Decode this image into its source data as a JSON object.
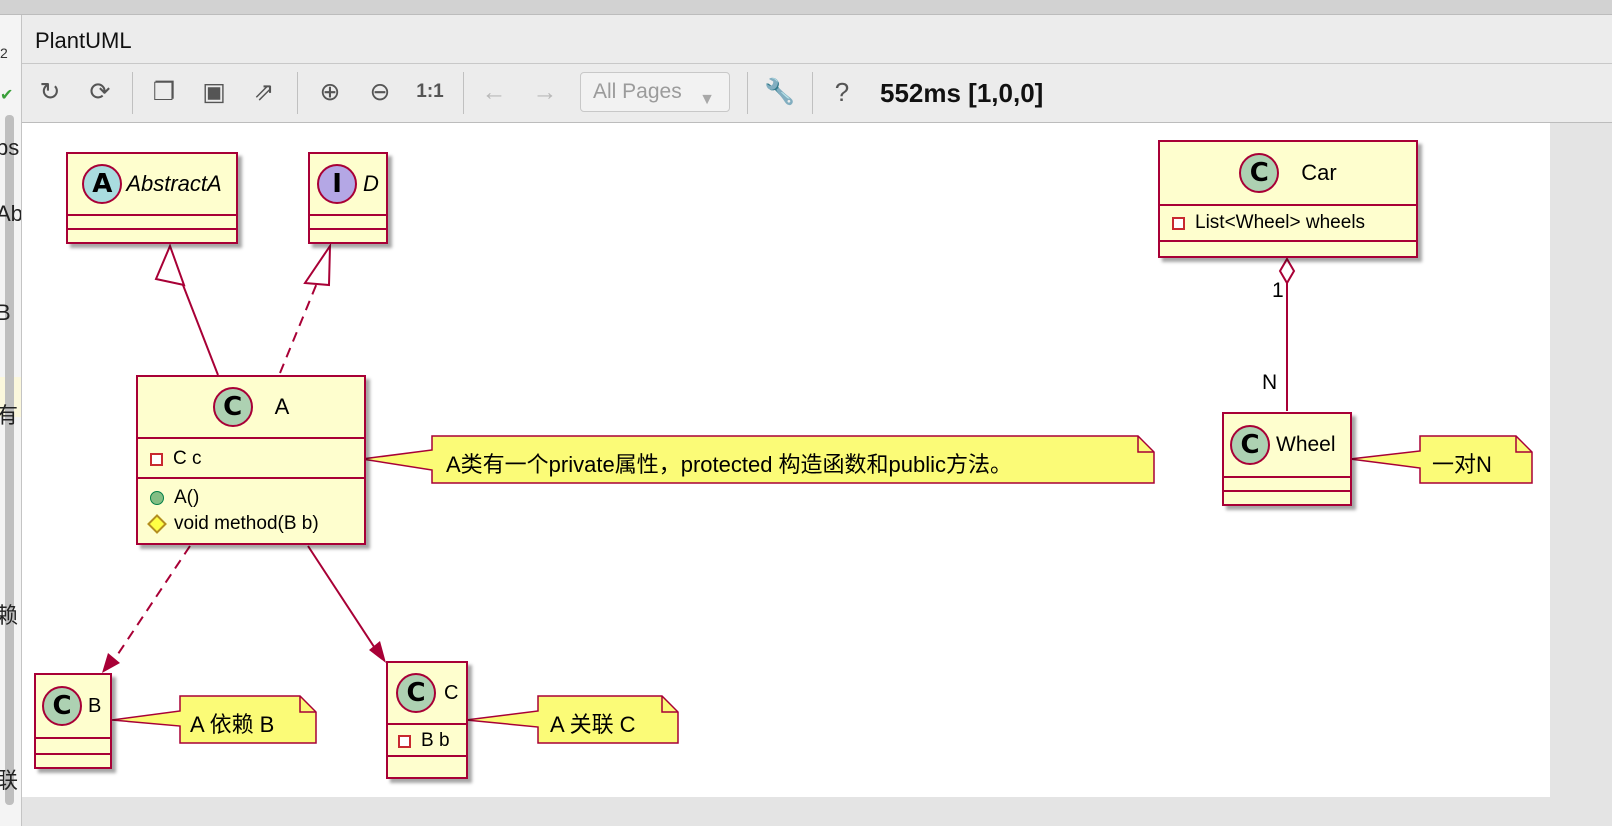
{
  "window": {
    "panel_title": "PlantUML"
  },
  "toolbar": {
    "page_select": "All Pages",
    "zoom_reset": "1:1",
    "help": "?",
    "status": "552ms [1,0,0]"
  },
  "icons": [
    "refresh-icon",
    "reload-icon",
    "copy-icon",
    "save-icon",
    "export-icon",
    "zoom-in-icon",
    "zoom-out-icon",
    "arrow-left-icon",
    "arrow-right-icon",
    "chevron-down-icon",
    "wrench-icon"
  ],
  "side_gutter": {
    "glyphs": [
      "2",
      "bs",
      "Ab",
      "B",
      "有",
      "赖",
      "联"
    ]
  },
  "diagram": {
    "classes": {
      "abstract_a": {
        "name": "AbstractA",
        "stereotype": "A"
      },
      "d": {
        "name": "D",
        "stereotype": "I"
      },
      "a": {
        "name": "A",
        "stereotype": "C",
        "fields": [
          "C c"
        ],
        "methods": [
          "A()",
          "void method(B b)"
        ]
      },
      "b": {
        "name": "B",
        "stereotype": "C"
      },
      "c": {
        "name": "C",
        "stereotype": "C",
        "fields": [
          "B b"
        ]
      },
      "car": {
        "name": "Car",
        "stereotype": "C",
        "fields": [
          "List<Wheel> wheels"
        ]
      },
      "wheel": {
        "name": "Wheel",
        "stereotype": "C"
      }
    },
    "notes": {
      "a_note": "A类有一个private属性，protected 构造函数和public方法。",
      "b_note": "A 依赖 B",
      "c_note": "A 关联 C",
      "wheel_note": "一对N"
    },
    "multiplicities": {
      "car_side": "1",
      "wheel_side": "N"
    },
    "colors": {
      "class_fill": "#fefece",
      "border": "#a80036",
      "note_fill": "#fbfb77"
    }
  }
}
